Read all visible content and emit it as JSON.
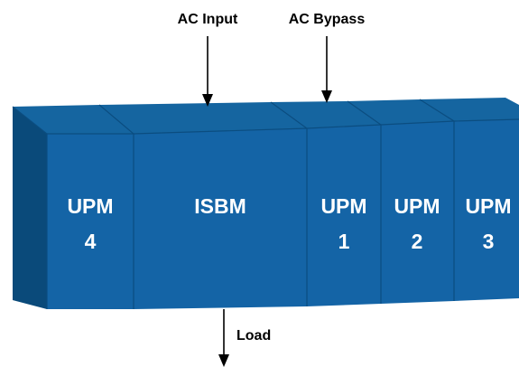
{
  "labels": {
    "ac_input": "AC Input",
    "ac_bypass": "AC Bypass",
    "load": "Load"
  },
  "modules": [
    {
      "id": "upm4",
      "line1": "UPM",
      "line2": "4"
    },
    {
      "id": "isbm",
      "line1": "ISBM",
      "line2": ""
    },
    {
      "id": "upm1",
      "line1": "UPM",
      "line2": "1"
    },
    {
      "id": "upm2",
      "line1": "UPM",
      "line2": "2"
    },
    {
      "id": "upm3",
      "line1": "UPM",
      "line2": "3"
    }
  ],
  "colors": {
    "front": "#1464a6",
    "top": "#1565a0",
    "side": "#0a4a7a",
    "text": "#ffffff"
  }
}
